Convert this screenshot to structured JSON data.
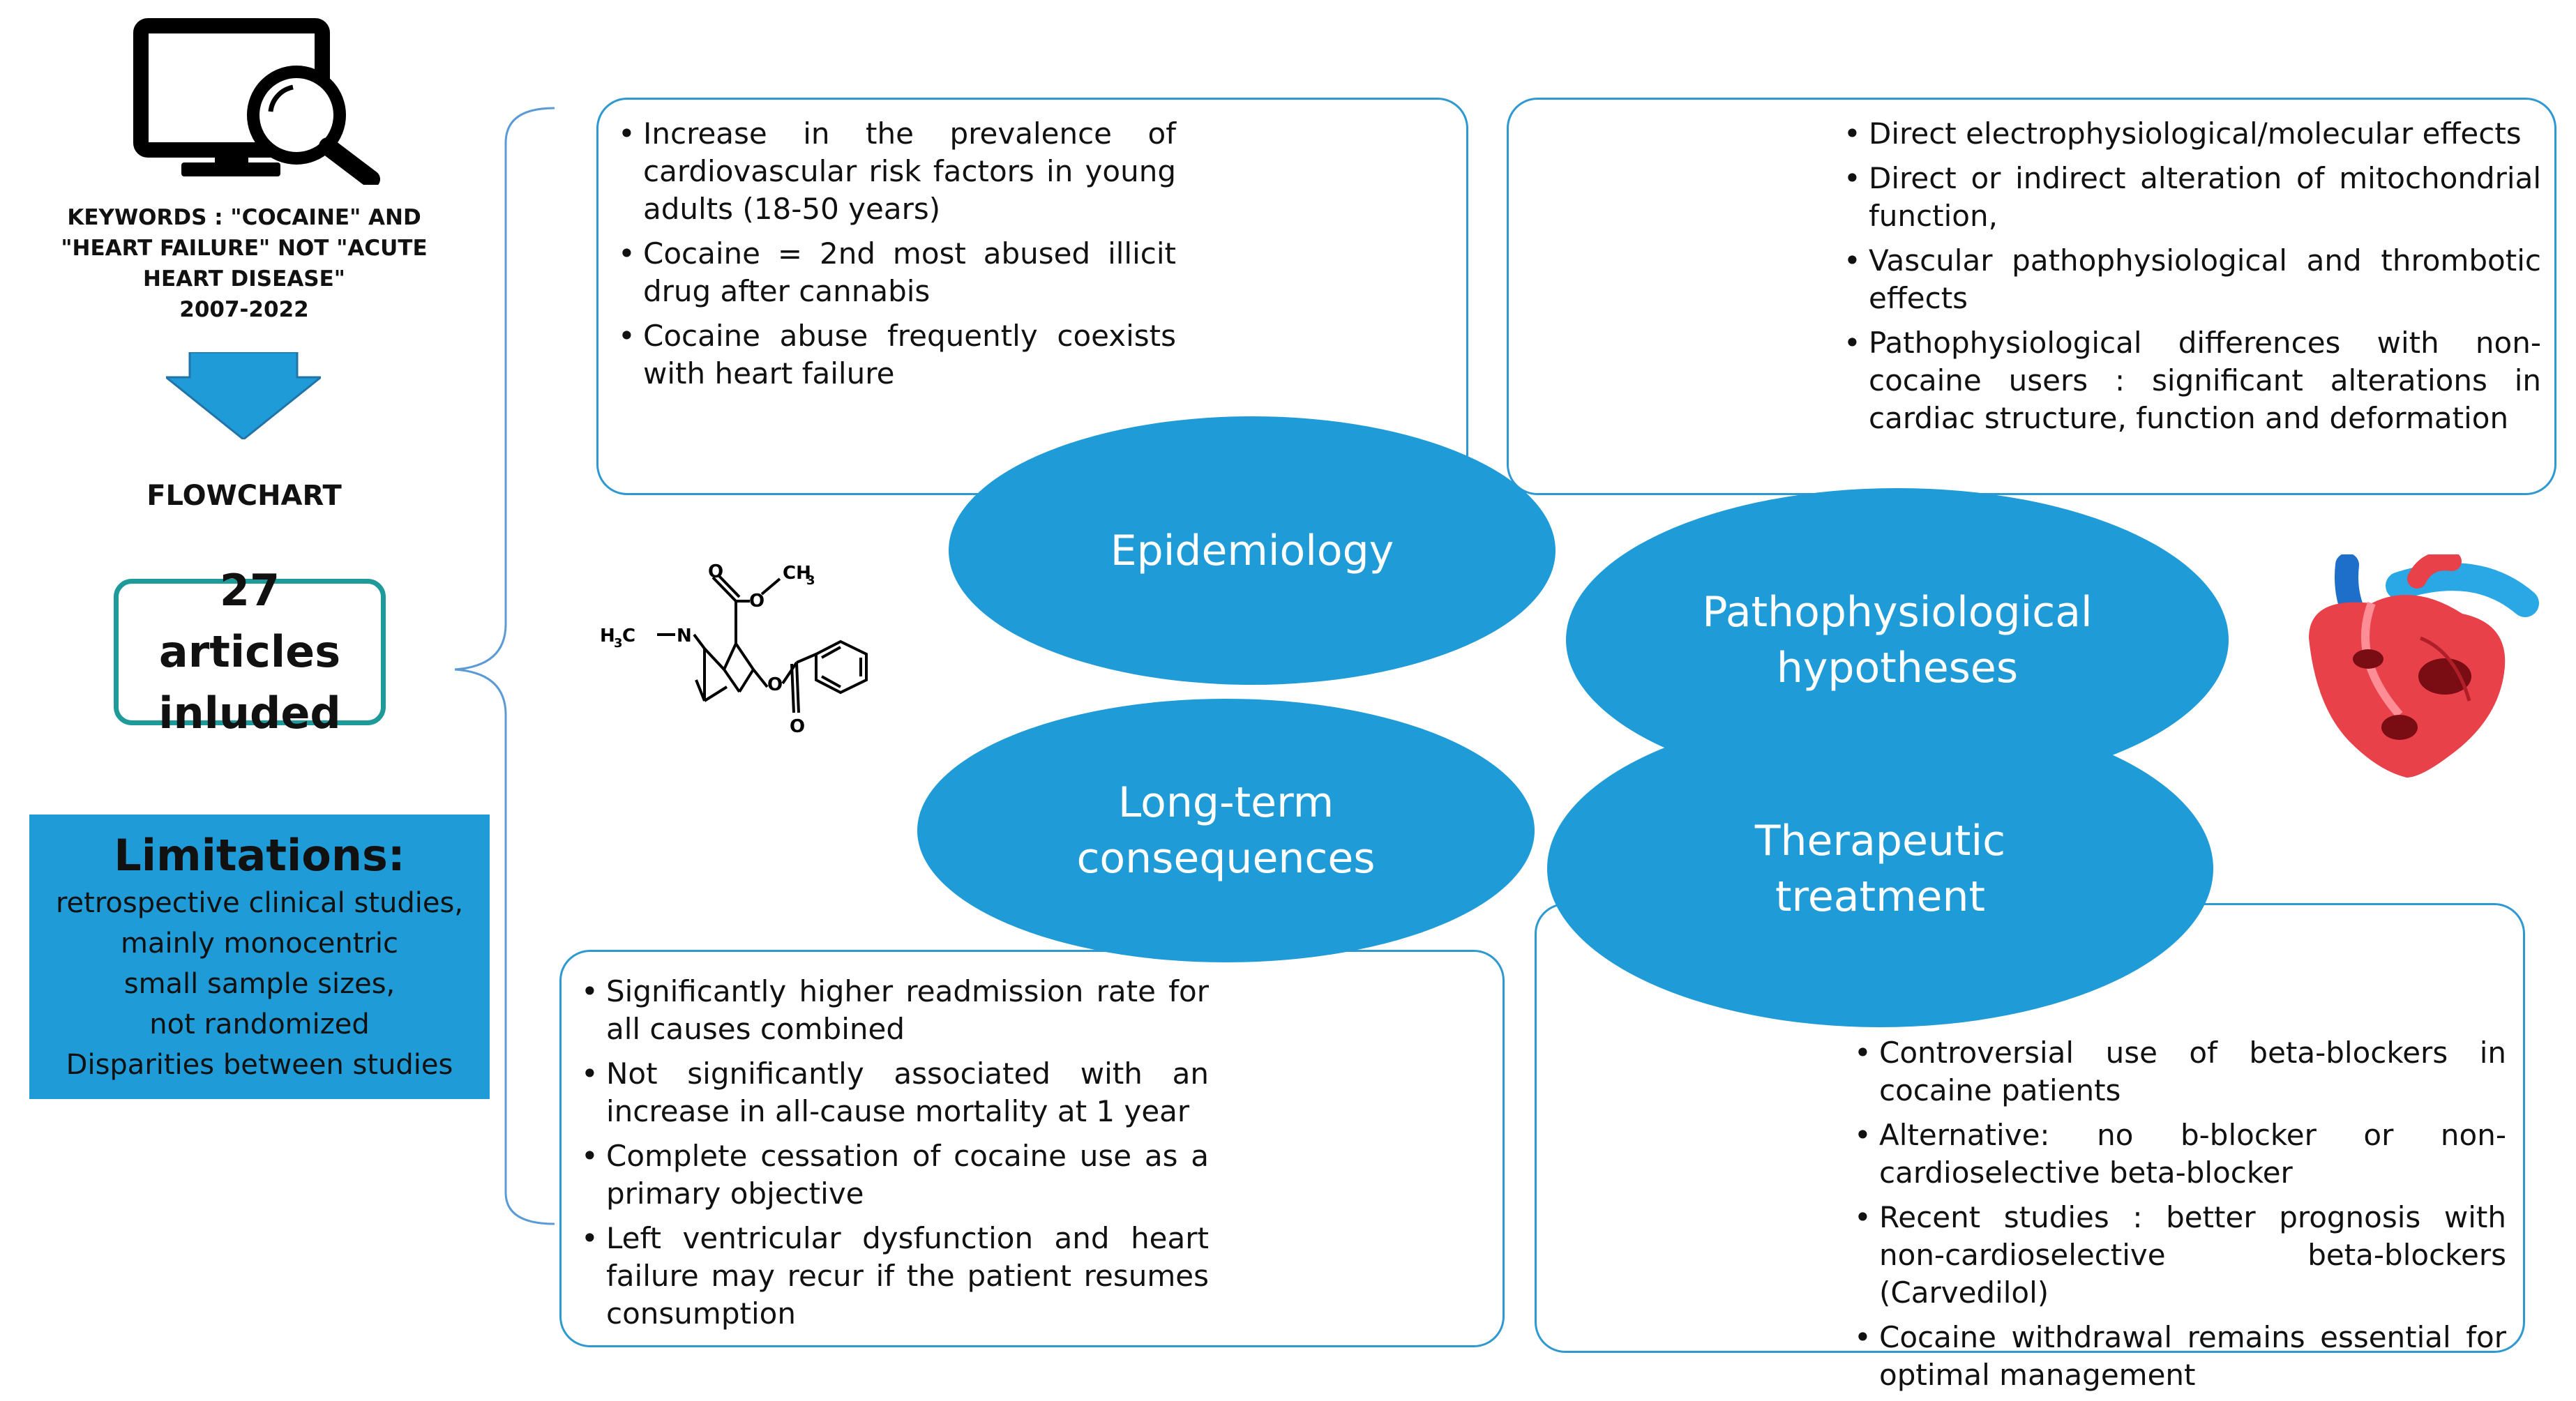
{
  "keywords": {
    "lines": [
      "KEYWORDS : \"COCAINE\" AND",
      "\"HEART FAILURE\" NOT \"ACUTE",
      "HEART DISEASE\"",
      "2007-2022"
    ]
  },
  "flowchart_label": "FLOWCHART",
  "articles": {
    "line1": "27 articles",
    "line2": "inluded"
  },
  "limitations": {
    "title": "Limitations:",
    "items": [
      "retrospective clinical studies,",
      "mainly monocentric",
      "small sample sizes,",
      "not randomized",
      "Disparities between studies"
    ]
  },
  "ovals": {
    "epidemiology": "Epidemiology",
    "patho_line1": "Pathophysiological",
    "patho_line2": "hypotheses",
    "longterm_line1": "Long-term",
    "longterm_line2": "consequences",
    "therapeutic_line1": "Therapeutic",
    "therapeutic_line2": "treatment"
  },
  "epidemiology_box": {
    "items": [
      "Increase in the prevalence of cardiovascular risk factors in young adults (18-50 years)",
      "Cocaine = 2nd most abused illicit drug after cannabis",
      "Cocaine abuse frequently coexists with heart failure"
    ]
  },
  "patho_box": {
    "items": [
      "Direct electrophysiological/molecular effects",
      "Direct or indirect alteration of mitochondrial function,",
      "Vascular pathophysiological and thrombotic effects",
      "Pathophysiological differences with non-cocaine users : significant alterations in cardiac structure, function and deformation"
    ]
  },
  "longterm_box": {
    "items": [
      "Significantly higher readmission rate for all causes combined",
      "Not significantly associated with an increase in all-cause mortality at 1 year",
      "Complete cessation of cocaine use as a primary objective",
      "Left ventricular dysfunction and heart failure may recur if the patient resumes consumption"
    ]
  },
  "therapeutic_box": {
    "items": [
      "Controversial use of beta-blockers in cocaine patients",
      "Alternative: no b-blocker or non-cardioselective beta-blocker",
      "Recent studies : better prognosis with non-cardioselective beta-blockers (Carvedilol)",
      "Cocaine withdrawal remains essential for optimal management"
    ]
  },
  "molecule": {
    "ch3_top": "CH",
    "ch3_top_sub": "3",
    "n_methyl": "H",
    "n_methyl_sub": "3",
    "n_methyl_c": "C",
    "n": "N",
    "o1": "O",
    "o2": "O",
    "o3": "O",
    "o4": "O"
  },
  "colors": {
    "accent": "#1f9bd7",
    "box_border": "#2e98d1",
    "teal": "#1e9a9a",
    "heart_red": "#e8414a"
  }
}
